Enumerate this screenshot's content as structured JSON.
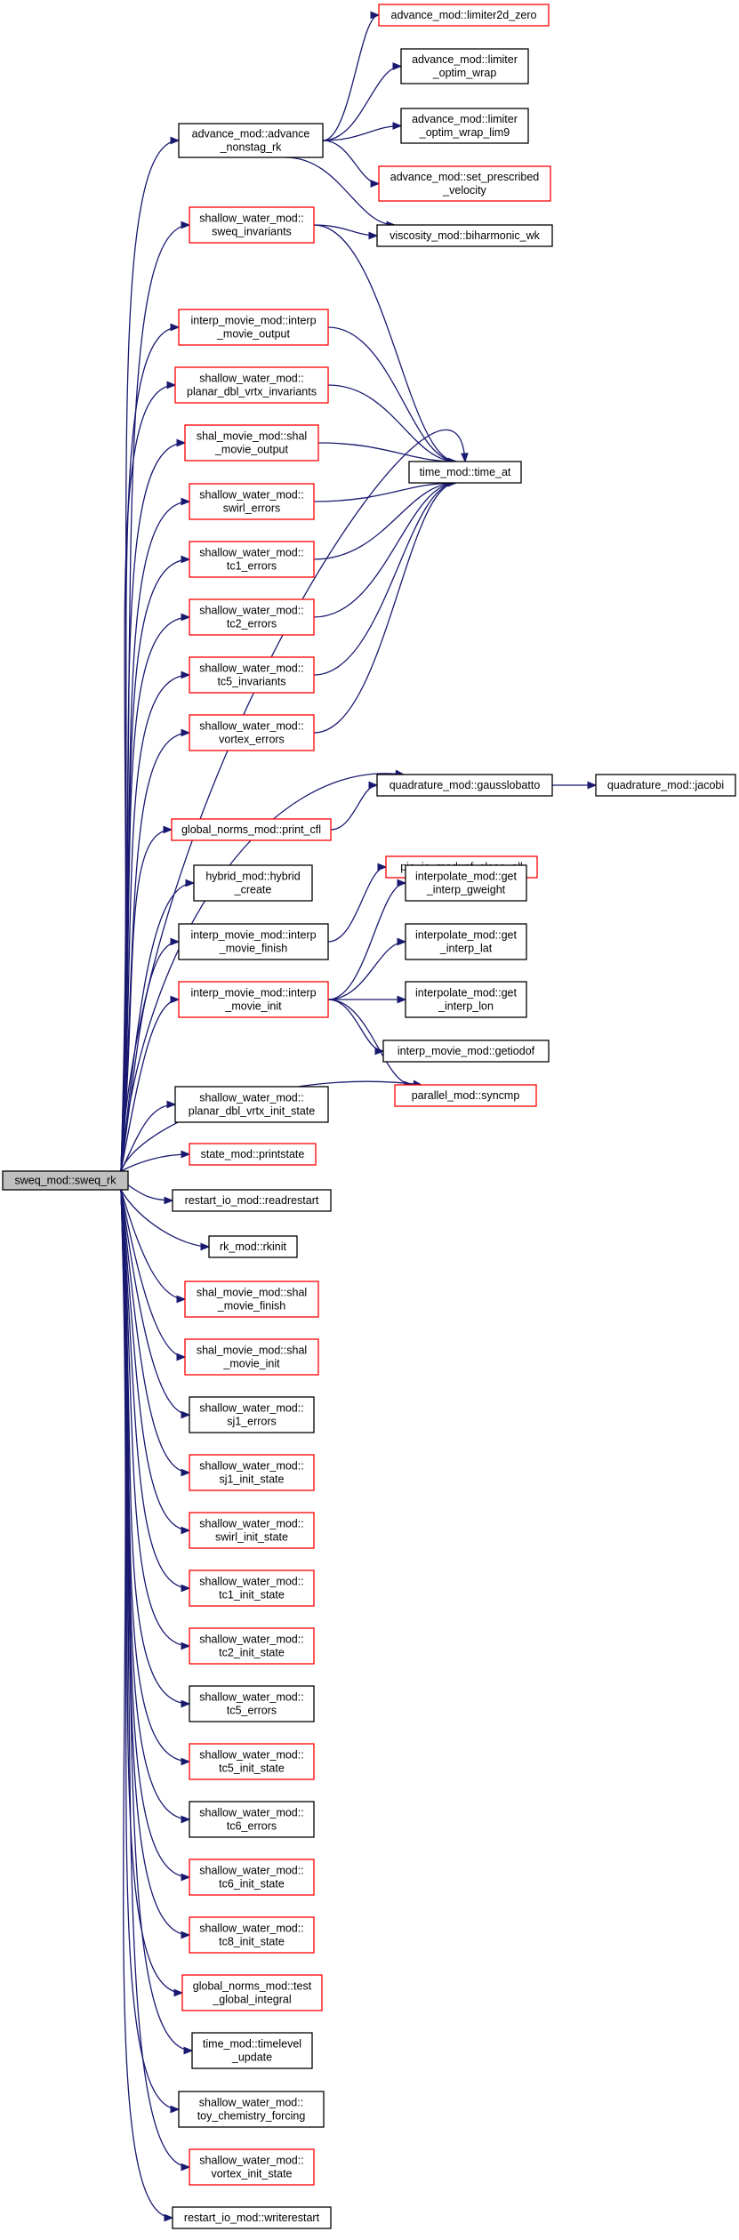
{
  "nodes": [
    {
      "id": "root",
      "lines": [
        "sweq_mod::sweq_rk"
      ],
      "style": "root"
    },
    {
      "id": "adv_nonstag",
      "lines": [
        "advance_mod::advance",
        "_nonstag_rk"
      ],
      "style": "black"
    },
    {
      "id": "limiter2d",
      "lines": [
        "advance_mod::limiter2d_zero"
      ],
      "style": "red"
    },
    {
      "id": "lim_optim",
      "lines": [
        "advance_mod::limiter",
        "_optim_wrap"
      ],
      "style": "black"
    },
    {
      "id": "lim_optim9",
      "lines": [
        "advance_mod::limiter",
        "_optim_wrap_lim9"
      ],
      "style": "black"
    },
    {
      "id": "set_presc",
      "lines": [
        "advance_mod::set_prescribed",
        "_velocity"
      ],
      "style": "red"
    },
    {
      "id": "biharm",
      "lines": [
        "viscosity_mod::biharmonic_wk"
      ],
      "style": "black"
    },
    {
      "id": "sweq_inv",
      "lines": [
        "shallow_water_mod::",
        "sweq_invariants"
      ],
      "style": "red"
    },
    {
      "id": "interp_movie_out",
      "lines": [
        "interp_movie_mod::interp",
        "_movie_output"
      ],
      "style": "red"
    },
    {
      "id": "planar_inv",
      "lines": [
        "shallow_water_mod::",
        "planar_dbl_vrtx_invariants"
      ],
      "style": "red"
    },
    {
      "id": "shal_movie_out",
      "lines": [
        "shal_movie_mod::shal",
        "_movie_output"
      ],
      "style": "red"
    },
    {
      "id": "swirl_err",
      "lines": [
        "shallow_water_mod::",
        "swirl_errors"
      ],
      "style": "red"
    },
    {
      "id": "tc1_err",
      "lines": [
        "shallow_water_mod::",
        "tc1_errors"
      ],
      "style": "red"
    },
    {
      "id": "tc2_err",
      "lines": [
        "shallow_water_mod::",
        "tc2_errors"
      ],
      "style": "red"
    },
    {
      "id": "tc5_inv",
      "lines": [
        "shallow_water_mod::",
        "tc5_invariants"
      ],
      "style": "red"
    },
    {
      "id": "vortex_err",
      "lines": [
        "shallow_water_mod::",
        "vortex_errors"
      ],
      "style": "red"
    },
    {
      "id": "time_at",
      "lines": [
        "time_mod::time_at"
      ],
      "style": "black"
    },
    {
      "id": "gausslob",
      "lines": [
        "quadrature_mod::gausslobatto"
      ],
      "style": "black"
    },
    {
      "id": "jacobi",
      "lines": [
        "quadrature_mod::jacobi"
      ],
      "style": "black"
    },
    {
      "id": "print_cfl",
      "lines": [
        "global_norms_mod::print_cfl"
      ],
      "style": "red"
    },
    {
      "id": "nf_close",
      "lines": [
        "pio_io_mod::nf_close_all"
      ],
      "style": "red"
    },
    {
      "id": "hybrid",
      "lines": [
        "hybrid_mod::hybrid",
        "_create"
      ],
      "style": "black"
    },
    {
      "id": "get_gw",
      "lines": [
        "interpolate_mod::get",
        "_interp_gweight"
      ],
      "style": "black"
    },
    {
      "id": "movie_finish",
      "lines": [
        "interp_movie_mod::interp",
        "_movie_finish"
      ],
      "style": "black"
    },
    {
      "id": "get_lat",
      "lines": [
        "interpolate_mod::get",
        "_interp_lat"
      ],
      "style": "black"
    },
    {
      "id": "movie_init",
      "lines": [
        "interp_movie_mod::interp",
        "_movie_init"
      ],
      "style": "red"
    },
    {
      "id": "get_lon",
      "lines": [
        "interpolate_mod::get",
        "_interp_lon"
      ],
      "style": "black"
    },
    {
      "id": "getiodof",
      "lines": [
        "interp_movie_mod::getiodof"
      ],
      "style": "black"
    },
    {
      "id": "syncmp",
      "lines": [
        "parallel_mod::syncmp"
      ],
      "style": "red"
    },
    {
      "id": "planar_init",
      "lines": [
        "shallow_water_mod::",
        "planar_dbl_vrtx_init_state"
      ],
      "style": "black"
    },
    {
      "id": "printstate",
      "lines": [
        "state_mod::printstate"
      ],
      "style": "red"
    },
    {
      "id": "readrestart",
      "lines": [
        "restart_io_mod::readrestart"
      ],
      "style": "black"
    },
    {
      "id": "rkinit",
      "lines": [
        "rk_mod::rkinit"
      ],
      "style": "black"
    },
    {
      "id": "shal_finish",
      "lines": [
        "shal_movie_mod::shal",
        "_movie_finish"
      ],
      "style": "red"
    },
    {
      "id": "shal_init",
      "lines": [
        "shal_movie_mod::shal",
        "_movie_init"
      ],
      "style": "red"
    },
    {
      "id": "sj1_err",
      "lines": [
        "shallow_water_mod::",
        "sj1_errors"
      ],
      "style": "black"
    },
    {
      "id": "sj1_init",
      "lines": [
        "shallow_water_mod::",
        "sj1_init_state"
      ],
      "style": "red"
    },
    {
      "id": "swirl_init",
      "lines": [
        "shallow_water_mod::",
        "swirl_init_state"
      ],
      "style": "red"
    },
    {
      "id": "tc1_init",
      "lines": [
        "shallow_water_mod::",
        "tc1_init_state"
      ],
      "style": "red"
    },
    {
      "id": "tc2_init",
      "lines": [
        "shallow_water_mod::",
        "tc2_init_state"
      ],
      "style": "red"
    },
    {
      "id": "tc5_err",
      "lines": [
        "shallow_water_mod::",
        "tc5_errors"
      ],
      "style": "black"
    },
    {
      "id": "tc5_init",
      "lines": [
        "shallow_water_mod::",
        "tc5_init_state"
      ],
      "style": "red"
    },
    {
      "id": "tc6_err",
      "lines": [
        "shallow_water_mod::",
        "tc6_errors"
      ],
      "style": "black"
    },
    {
      "id": "tc6_init",
      "lines": [
        "shallow_water_mod::",
        "tc6_init_state"
      ],
      "style": "red"
    },
    {
      "id": "tc8_init",
      "lines": [
        "shallow_water_mod::",
        "tc8_init_state"
      ],
      "style": "red"
    },
    {
      "id": "test_gi",
      "lines": [
        "global_norms_mod::test",
        "_global_integral"
      ],
      "style": "red"
    },
    {
      "id": "timelevel",
      "lines": [
        "time_mod::timelevel",
        "_update"
      ],
      "style": "black"
    },
    {
      "id": "toy_chem",
      "lines": [
        "shallow_water_mod::",
        "toy_chemistry_forcing"
      ],
      "style": "black"
    },
    {
      "id": "vortex_init",
      "lines": [
        "shallow_water_mod::",
        "vortex_init_state"
      ],
      "style": "red"
    },
    {
      "id": "writerestart",
      "lines": [
        "restart_io_mod::writerestart"
      ],
      "style": "black"
    }
  ],
  "edges": [
    [
      "root",
      "adv_nonstag"
    ],
    [
      "root",
      "sweq_inv"
    ],
    [
      "root",
      "time_at"
    ],
    [
      "root",
      "interp_movie_out"
    ],
    [
      "root",
      "planar_inv"
    ],
    [
      "root",
      "shal_movie_out"
    ],
    [
      "root",
      "swirl_err"
    ],
    [
      "root",
      "tc1_err"
    ],
    [
      "root",
      "tc2_err"
    ],
    [
      "root",
      "tc5_inv"
    ],
    [
      "root",
      "vortex_err"
    ],
    [
      "root",
      "gausslob"
    ],
    [
      "root",
      "print_cfl"
    ],
    [
      "root",
      "hybrid"
    ],
    [
      "root",
      "movie_finish"
    ],
    [
      "root",
      "movie_init"
    ],
    [
      "root",
      "syncmp"
    ],
    [
      "root",
      "planar_init"
    ],
    [
      "root",
      "printstate"
    ],
    [
      "root",
      "readrestart"
    ],
    [
      "root",
      "rkinit"
    ],
    [
      "root",
      "shal_finish"
    ],
    [
      "root",
      "shal_init"
    ],
    [
      "root",
      "sj1_err"
    ],
    [
      "root",
      "sj1_init"
    ],
    [
      "root",
      "swirl_init"
    ],
    [
      "root",
      "tc1_init"
    ],
    [
      "root",
      "tc2_init"
    ],
    [
      "root",
      "tc5_err"
    ],
    [
      "root",
      "tc5_init"
    ],
    [
      "root",
      "tc6_err"
    ],
    [
      "root",
      "tc6_init"
    ],
    [
      "root",
      "tc8_init"
    ],
    [
      "root",
      "test_gi"
    ],
    [
      "root",
      "timelevel"
    ],
    [
      "root",
      "toy_chem"
    ],
    [
      "root",
      "vortex_init"
    ],
    [
      "root",
      "writerestart"
    ],
    [
      "adv_nonstag",
      "limiter2d"
    ],
    [
      "adv_nonstag",
      "lim_optim"
    ],
    [
      "adv_nonstag",
      "lim_optim9"
    ],
    [
      "adv_nonstag",
      "set_presc"
    ],
    [
      "adv_nonstag",
      "biharm"
    ],
    [
      "sweq_inv",
      "biharm"
    ],
    [
      "sweq_inv",
      "time_at"
    ],
    [
      "interp_movie_out",
      "time_at"
    ],
    [
      "planar_inv",
      "time_at"
    ],
    [
      "shal_movie_out",
      "time_at"
    ],
    [
      "swirl_err",
      "time_at"
    ],
    [
      "tc1_err",
      "time_at"
    ],
    [
      "tc2_err",
      "time_at"
    ],
    [
      "tc5_inv",
      "time_at"
    ],
    [
      "vortex_err",
      "time_at"
    ],
    [
      "gausslob",
      "jacobi"
    ],
    [
      "print_cfl",
      "gausslob"
    ],
    [
      "movie_finish",
      "nf_close"
    ],
    [
      "movie_init",
      "get_gw"
    ],
    [
      "movie_init",
      "get_lat"
    ],
    [
      "movie_init",
      "get_lon"
    ],
    [
      "movie_init",
      "getiodof"
    ],
    [
      "movie_init",
      "syncmp"
    ]
  ]
}
